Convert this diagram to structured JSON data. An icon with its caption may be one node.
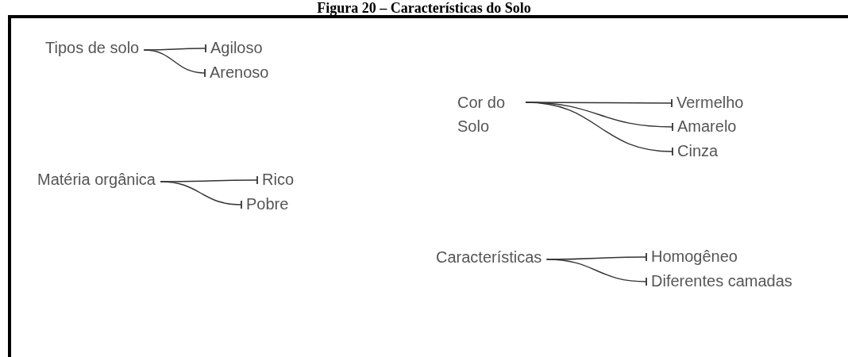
{
  "diagram": {
    "title": "Figura 20 – Características do Solo",
    "nodes": [
      {
        "text": [
          "Tipos de solo"
        ]
      },
      {
        "text": [
          "Agiloso"
        ]
      },
      {
        "text": [
          "Arenoso"
        ]
      },
      {
        "text": [
          "Cor do Solo"
        ]
      },
      {
        "text": [
          "Vermelho"
        ]
      },
      {
        "text": [
          "Amarelo"
        ]
      },
      {
        "text": [
          "Cinza"
        ]
      },
      {
        "text": [
          "Matéria orgânica"
        ]
      },
      {
        "text": [
          "Rico"
        ]
      },
      {
        "text": [
          "Pobre"
        ]
      },
      {
        "text": [
          "Características"
        ]
      },
      {
        "text": [
          "Homogêneo"
        ]
      },
      {
        "text": [
          "Diferentes camadas"
        ]
      }
    ],
    "edges": [
      {
        "from": 0,
        "to": 1,
        "arrow": "other"
      },
      {
        "from": 0,
        "to": 2,
        "arrow": "other"
      },
      {
        "from": 3,
        "to": 4,
        "arrow": "other"
      },
      {
        "from": 3,
        "to": 5,
        "arrow": "other"
      },
      {
        "from": 3,
        "to": 6,
        "arrow": "other"
      },
      {
        "from": 7,
        "to": 8,
        "arrow": "other"
      },
      {
        "from": 7,
        "to": 9,
        "arrow": "other"
      },
      {
        "from": 10,
        "to": 11,
        "arrow": "other"
      },
      {
        "from": 10,
        "to": 12,
        "arrow": "other"
      }
    ]
  }
}
